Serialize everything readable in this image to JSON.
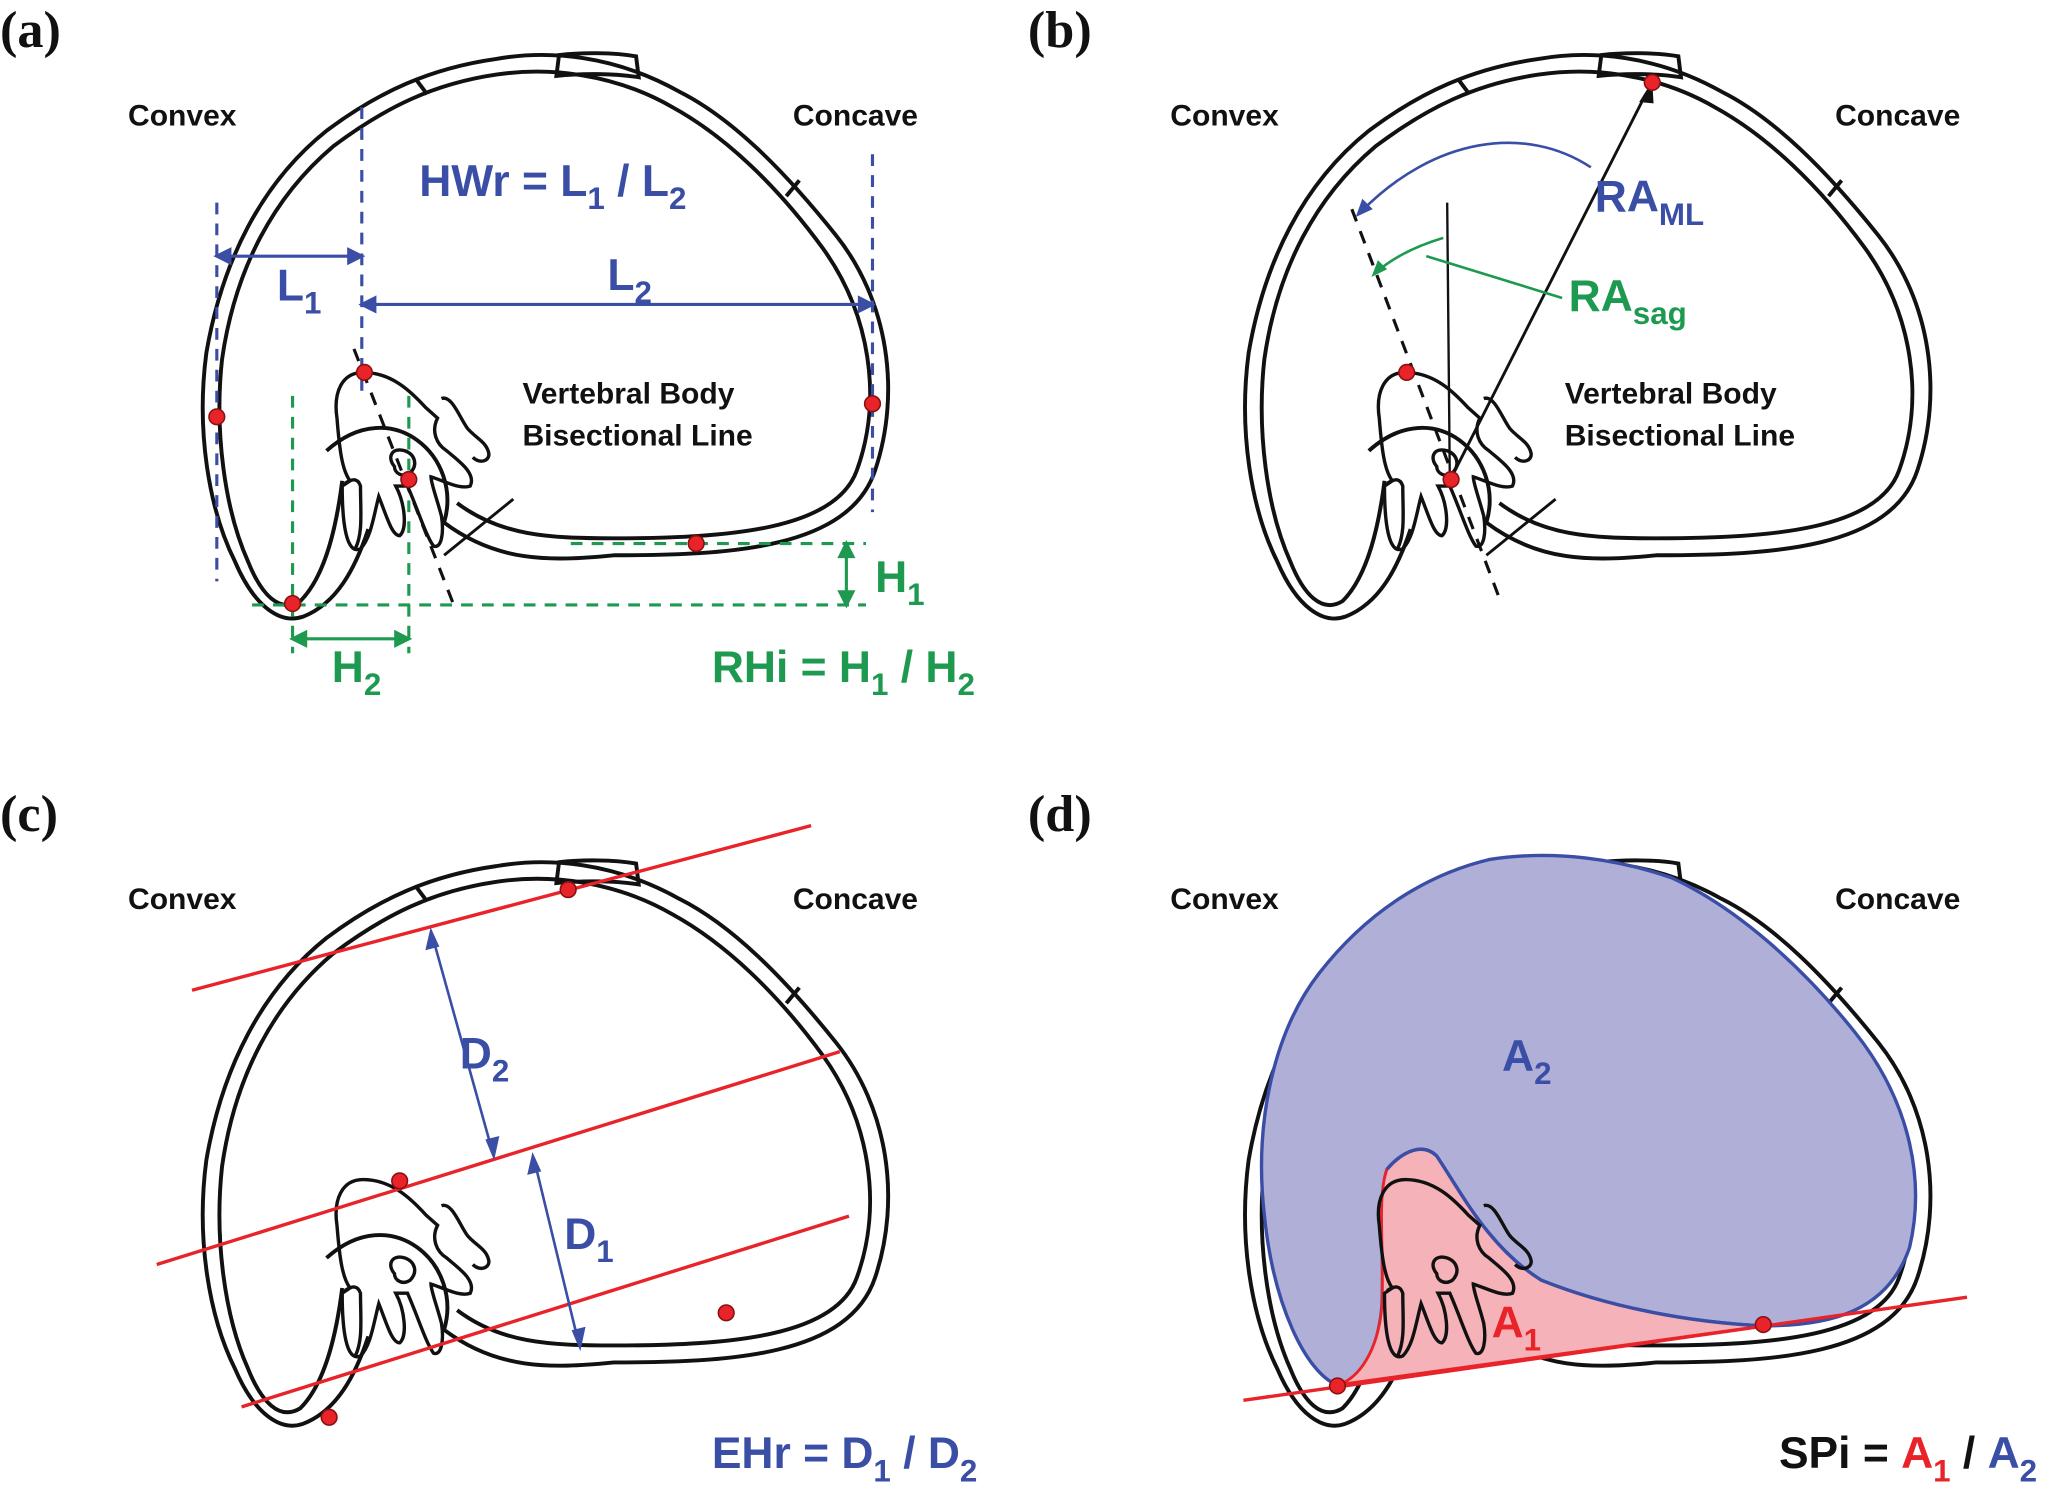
{
  "figure": {
    "colors": {
      "blue": "#3a4ea6",
      "green": "#1e9a50",
      "red": "#e8242a",
      "area_blue_fill": "#b0afd8",
      "area_red_fill": "#f5b3b9",
      "outline": "#111111"
    },
    "panels": [
      {
        "id": "a",
        "label": "(a)",
        "convex": "Convex",
        "concave": "Concave",
        "formula_top": {
          "lhs": "HWr = L",
          "s1": "1",
          "mid": " / L",
          "s2": "2"
        },
        "l1": {
          "base": "L",
          "sub": "1"
        },
        "l2": {
          "base": "L",
          "sub": "2"
        },
        "h1": {
          "base": "H",
          "sub": "1"
        },
        "h2": {
          "base": "H",
          "sub": "2"
        },
        "formula_bottom": {
          "lhs": "RHi = H",
          "s1": "1",
          "mid": " / H",
          "s2": "2"
        },
        "note_line1": "Vertebral Body",
        "note_line2": "Bisectional Line"
      },
      {
        "id": "b",
        "label": "(b)",
        "convex": "Convex",
        "concave": "Concave",
        "ra_ml": {
          "base": "RA",
          "sub": "ML"
        },
        "ra_sag": {
          "base": "RA",
          "sub": "sag"
        },
        "note_line1": "Vertebral Body",
        "note_line2": "Bisectional Line"
      },
      {
        "id": "c",
        "label": "(c)",
        "convex": "Convex",
        "concave": "Concave",
        "d1": {
          "base": "D",
          "sub": "1"
        },
        "d2": {
          "base": "D",
          "sub": "2"
        },
        "formula": {
          "lhs": "EHr = D",
          "s1": "1",
          "mid": " / D",
          "s2": "2"
        }
      },
      {
        "id": "d",
        "label": "(d)",
        "convex": "Convex",
        "concave": "Concave",
        "a1": {
          "base": "A",
          "sub": "1"
        },
        "a2": {
          "base": "A",
          "sub": "2"
        },
        "formula": {
          "lhs": "SPi = ",
          "a1": "A",
          "s1": "1",
          "mid": " / ",
          "a2": "A",
          "s2": "2"
        }
      }
    ]
  }
}
